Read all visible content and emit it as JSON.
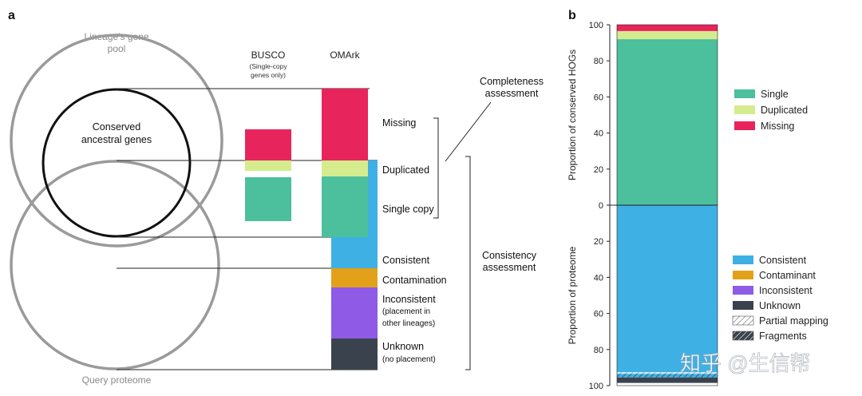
{
  "panel_a": {
    "letter": "a",
    "pool_label_1": "Lineage's gene",
    "pool_label_2": "pool",
    "conserved_1": "Conserved",
    "conserved_2": "ancestral genes",
    "query_label": "Query proteome",
    "busco_title": "BUSCO",
    "busco_sub_1": "(Single-copy",
    "busco_sub_2": "genes only)",
    "omark_title": "OMArk",
    "missing": "Missing",
    "duplicated": "Duplicated",
    "single_copy": "Single copy",
    "consistent": "Consistent",
    "contamination": "Contamination",
    "inconsistent_1": "Inconsistent",
    "inconsistent_2": "(placement in",
    "inconsistent_3": "other lineages)",
    "unknown_1": "Unknown",
    "unknown_2": "(no placement)",
    "completeness_1": "Completeness",
    "completeness_2": "assessment",
    "consistency_1": "Consistency",
    "consistency_2": "assessment"
  },
  "colors": {
    "missing": "#e8245c",
    "duplicated": "#d4ec8e",
    "single": "#4cbf9c",
    "consistent": "#3fb0e4",
    "contaminant": "#e3a11a",
    "inconsistent": "#8e5ae6",
    "unknown": "#3a434d",
    "circle": "#9a9a9a"
  },
  "chart_data": {
    "type": "bar",
    "letter": "b",
    "ylabel_top": "Proportion of conserved HOGs",
    "ylabel_bottom": "Proportion of proteome",
    "top_ticks": [
      100,
      80,
      60,
      40,
      20,
      0
    ],
    "bottom_ticks": [
      20,
      40,
      60,
      80,
      100
    ],
    "top_stack": [
      {
        "name": "Single",
        "value": 92,
        "color": "#4cbf9c"
      },
      {
        "name": "Duplicated",
        "value": 4.5,
        "color": "#d4ec8e"
      },
      {
        "name": "Missing",
        "value": 3.5,
        "color": "#e8245c"
      }
    ],
    "bottom_stack": [
      {
        "name": "Consistent",
        "value": 92.5,
        "color": "#3fb0e4"
      },
      {
        "name": "Partial mapping",
        "value": 1,
        "pattern": "light"
      },
      {
        "name": "Fragments",
        "value": 2,
        "pattern": "dark"
      },
      {
        "name": "Unknown",
        "value": 3,
        "color": "#3a434d"
      },
      {
        "name": "Inconsistent",
        "value": 0,
        "color": "#8e5ae6"
      },
      {
        "name": "Contaminant",
        "value": 0,
        "color": "#e3a11a"
      }
    ],
    "legend_top": [
      {
        "label": "Single",
        "color": "#4cbf9c"
      },
      {
        "label": "Duplicated",
        "color": "#d4ec8e"
      },
      {
        "label": "Missing",
        "color": "#e8245c"
      }
    ],
    "legend_bottom": [
      {
        "label": "Consistent",
        "color": "#3fb0e4"
      },
      {
        "label": "Contaminant",
        "color": "#e3a11a"
      },
      {
        "label": "Inconsistent",
        "color": "#8e5ae6"
      },
      {
        "label": "Unknown",
        "color": "#3a434d"
      },
      {
        "label": "Partial mapping",
        "pattern": "light"
      },
      {
        "label": "Fragments",
        "pattern": "dark"
      }
    ]
  },
  "watermark": "知乎 @生信帮"
}
